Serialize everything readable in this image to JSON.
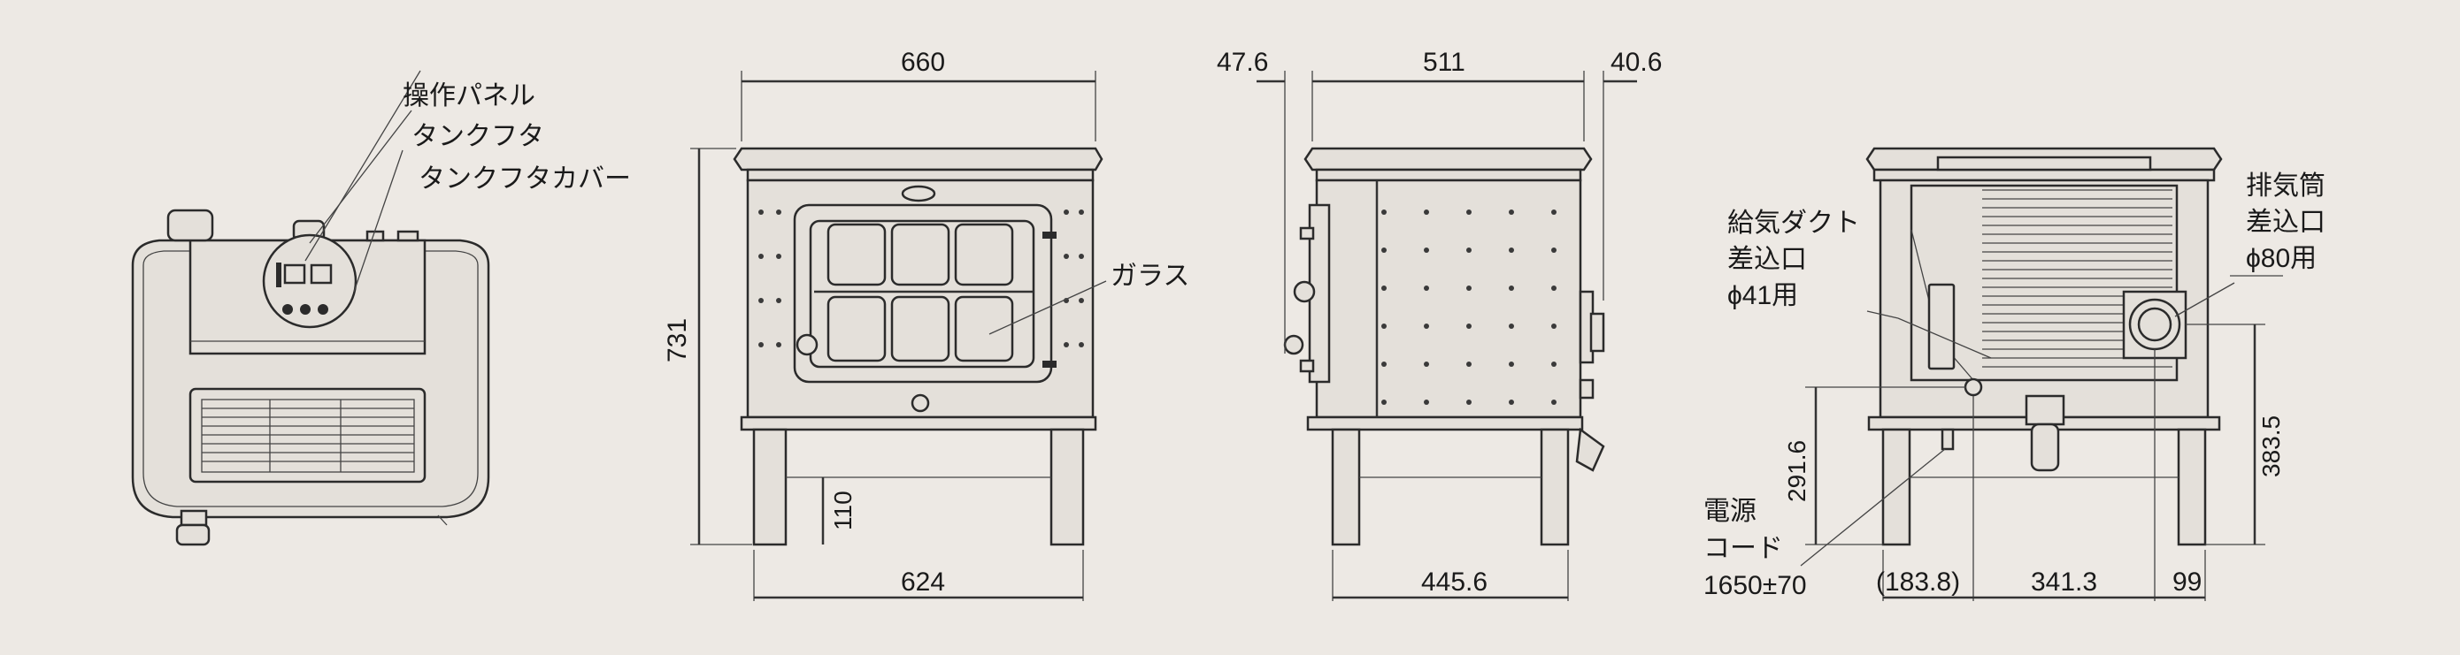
{
  "labels": {
    "operation_panel": "操作パネル",
    "tank_lid": "タンクフタ",
    "tank_lid_cover": "タンクフタカバー",
    "glass": "ガラス",
    "supply_duct_1": "給気ダクト",
    "supply_duct_2": "差込口",
    "supply_duct_3": "ϕ41用",
    "exhaust_1": "排気筒",
    "exhaust_2": "差込口",
    "exhaust_3": "ϕ80用",
    "power_1": "電源",
    "power_2": "コード",
    "power_3": "1650±70"
  },
  "dimensions": {
    "front_width_top": "660",
    "front_height": "731",
    "front_leg_height": "110",
    "front_width_bottom": "624",
    "side_left_offset": "47.6",
    "side_width_top": "511",
    "side_right_offset": "40.6",
    "side_width_bottom": "445.6",
    "rear_height_supply": "291.6",
    "rear_height_exhaust": "383.5",
    "rear_bottom_left": "(183.8)",
    "rear_bottom_mid": "341.3",
    "rear_bottom_right": "99"
  }
}
